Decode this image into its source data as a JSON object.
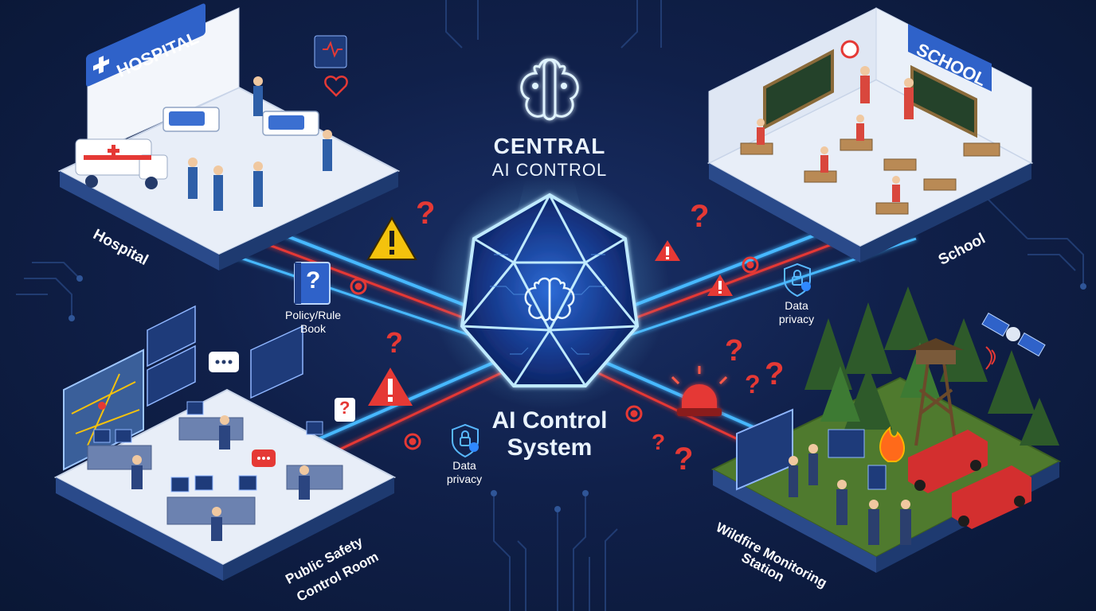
{
  "header": {
    "line1": "CENTRAL",
    "line2": "AI CONTROL"
  },
  "core": {
    "line1": "AI Control",
    "line2": "System"
  },
  "nodes": {
    "hospital": {
      "sign": "HOSPITAL",
      "label": "Hospital"
    },
    "school": {
      "sign": "SCHOOL",
      "label": "School"
    },
    "safety": {
      "label_line1": "Public Safety",
      "label_line2": "Control Room"
    },
    "wildfire": {
      "label_line1": "Wildfire Monitoring",
      "label_line2": "Station"
    }
  },
  "annotations": {
    "policy_line1": "Policy/Rule",
    "policy_line2": "Book",
    "policy_glyph": "?",
    "privacy_right_line1": "Data",
    "privacy_right_line2": "privacy",
    "privacy_left_line1": "Data",
    "privacy_left_line2": "privacy",
    "question": "?",
    "warning": "!"
  },
  "colors": {
    "glow": "#4fc3ff",
    "alert": "#e53935",
    "warning": "#f4c20d",
    "floor": "#eef3fb",
    "grass": "#4f7a2e"
  },
  "icons": [
    "brain-icon",
    "warning-icon",
    "question-icon",
    "lock-shield-icon",
    "siren-icon",
    "satellite-icon",
    "flame-icon",
    "book-icon"
  ]
}
